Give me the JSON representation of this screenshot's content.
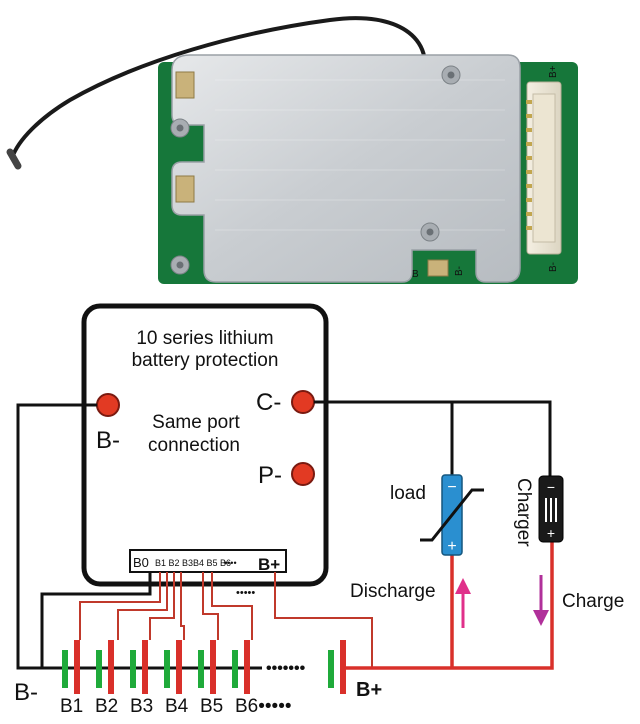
{
  "board": {
    "pcb_labels": {
      "top_right": "B+",
      "right_bottom": "B-",
      "bottom_b": "B",
      "bottom_b_minus": "B-"
    }
  },
  "diagram": {
    "module_title_line1": "10 series lithium",
    "module_title_line2": "battery protection",
    "port_note_line1": "Same port",
    "port_note_line2": "connection",
    "port_b_minus": "B-",
    "port_c_minus": "C-",
    "port_p_minus": "P-",
    "connector": {
      "b0": "B0",
      "small_pins": "B1 B2 B3B4 B5 B6",
      "dots": "••••",
      "b_plus": "B+",
      "lower_dots": "•••••"
    },
    "load_label": "load",
    "charger_label": "Charger",
    "discharge_label": "Discharge",
    "charge_label": "Charge",
    "bus_b_minus": "B-",
    "bus_b_plus": "B+",
    "bus_dots": "•••••••",
    "cells": [
      "B1",
      "B2",
      "B3",
      "B4",
      "B5",
      "B6•••••"
    ],
    "colors": {
      "wire_black": "#111111",
      "wire_red": "#d9302a",
      "port_red": "#e23a23",
      "cell_green": "#1faa3a",
      "cell_red": "#d9302a",
      "arrow_discharge": "#e0308a",
      "arrow_charge": "#b0309a",
      "load_blue": "#2a8fd0"
    }
  }
}
